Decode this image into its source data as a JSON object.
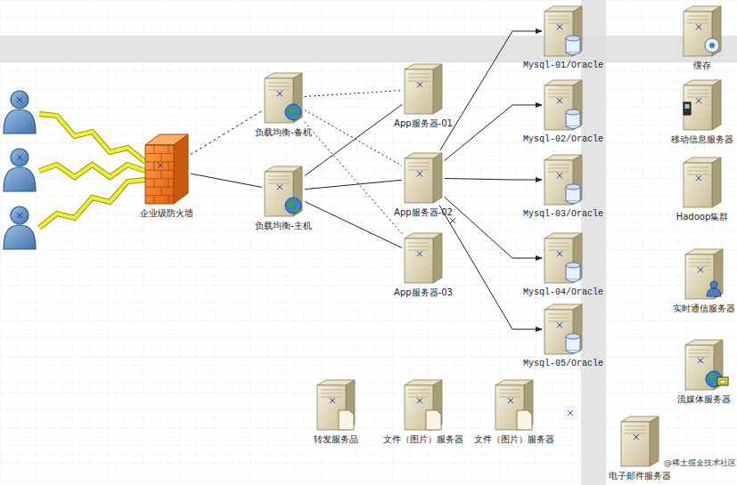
{
  "diagram": {
    "nodes": [
      {
        "text": [
          "企业级防火墙"
        ]
      },
      {
        "text": [
          "负载均衡-备机"
        ]
      },
      {
        "text": [
          "负载均衡-主机"
        ]
      },
      {
        "text": [
          "App服务器-01"
        ]
      },
      {
        "text": [
          "App服务器-02"
        ]
      },
      {
        "text": [
          "App服务器-03"
        ]
      },
      {
        "text": [
          "Mysql-01/Oracle"
        ]
      },
      {
        "text": [
          "Mysql-02/Oracle"
        ]
      },
      {
        "text": [
          "Mysql-03/Oracle"
        ]
      },
      {
        "text": [
          "Mysql-04/Oracle"
        ]
      },
      {
        "text": [
          "Mysql-05/Oracle"
        ]
      },
      {
        "text": [
          "缓存"
        ]
      },
      {
        "text": [
          "移动信息服务器"
        ]
      },
      {
        "text": [
          "Hadoop集群"
        ]
      },
      {
        "text": [
          "实时通信服务器"
        ]
      },
      {
        "text": [
          "流媒体服务器"
        ]
      },
      {
        "text": [
          "转发服务品"
        ]
      },
      {
        "text": [
          "文件（图片）服务器"
        ]
      },
      {
        "text": [
          "文件（图片）服务器"
        ]
      },
      {
        "text": [
          "电子邮件服务器"
        ]
      }
    ],
    "edges": [
      {
        "from": 0,
        "to": 1,
        "arrow": "none"
      },
      {
        "from": 0,
        "to": 2,
        "arrow": "none"
      },
      {
        "from": 1,
        "to": 3,
        "arrow": "none"
      },
      {
        "from": 1,
        "to": 4,
        "arrow": "none"
      },
      {
        "from": 1,
        "to": 5,
        "arrow": "none"
      },
      {
        "from": 2,
        "to": 3,
        "arrow": "none"
      },
      {
        "from": 2,
        "to": 4,
        "arrow": "none"
      },
      {
        "from": 2,
        "to": 5,
        "arrow": "none"
      },
      {
        "from": 4,
        "to": 6,
        "arrow": "to"
      },
      {
        "from": 4,
        "to": 7,
        "arrow": "to"
      },
      {
        "from": 4,
        "to": 8,
        "arrow": "to"
      },
      {
        "from": 4,
        "to": 9,
        "arrow": "to"
      },
      {
        "from": 4,
        "to": 10,
        "arrow": "to"
      }
    ],
    "labels": [
      "@稀土掘金技术社区"
    ]
  }
}
